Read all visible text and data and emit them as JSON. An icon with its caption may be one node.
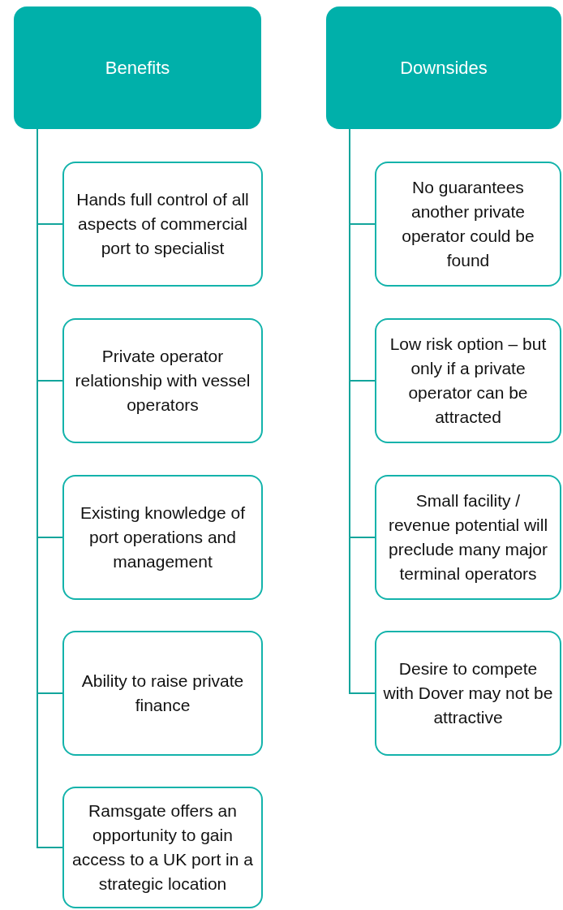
{
  "diagram": {
    "nodes": [
      {
        "text": [
          "Benefits"
        ]
      },
      {
        "text": [
          "Hands full control of all aspects of commercial port to specialist"
        ]
      },
      {
        "text": [
          "Private operator relationship with vessel operators"
        ]
      },
      {
        "text": [
          "Existing knowledge of port operations and management"
        ]
      },
      {
        "text": [
          "Ability to raise private finance"
        ]
      },
      {
        "text": [
          "Ramsgate offers an opportunity to gain access to a UK port in a strategic location"
        ]
      },
      {
        "text": [
          "Downsides"
        ]
      },
      {
        "text": [
          "No guarantees another private operator could be found"
        ]
      },
      {
        "text": [
          "Low risk option – but only if a private operator can be attracted"
        ]
      },
      {
        "text": [
          "Small facility / revenue potential will preclude many major terminal operators"
        ]
      },
      {
        "text": [
          "Desire to compete with Dover may not be attractive"
        ]
      }
    ],
    "edges": [
      {
        "from": 0,
        "to": 1,
        "arrow": "none"
      },
      {
        "from": 0,
        "to": 2,
        "arrow": "none"
      },
      {
        "from": 0,
        "to": 3,
        "arrow": "none"
      },
      {
        "from": 0,
        "to": 4,
        "arrow": "none"
      },
      {
        "from": 0,
        "to": 5,
        "arrow": "none"
      },
      {
        "from": 6,
        "to": 7,
        "arrow": "none"
      },
      {
        "from": 6,
        "to": 8,
        "arrow": "none"
      },
      {
        "from": 6,
        "to": 9,
        "arrow": "none"
      },
      {
        "from": 6,
        "to": 10,
        "arrow": "none"
      }
    ]
  }
}
